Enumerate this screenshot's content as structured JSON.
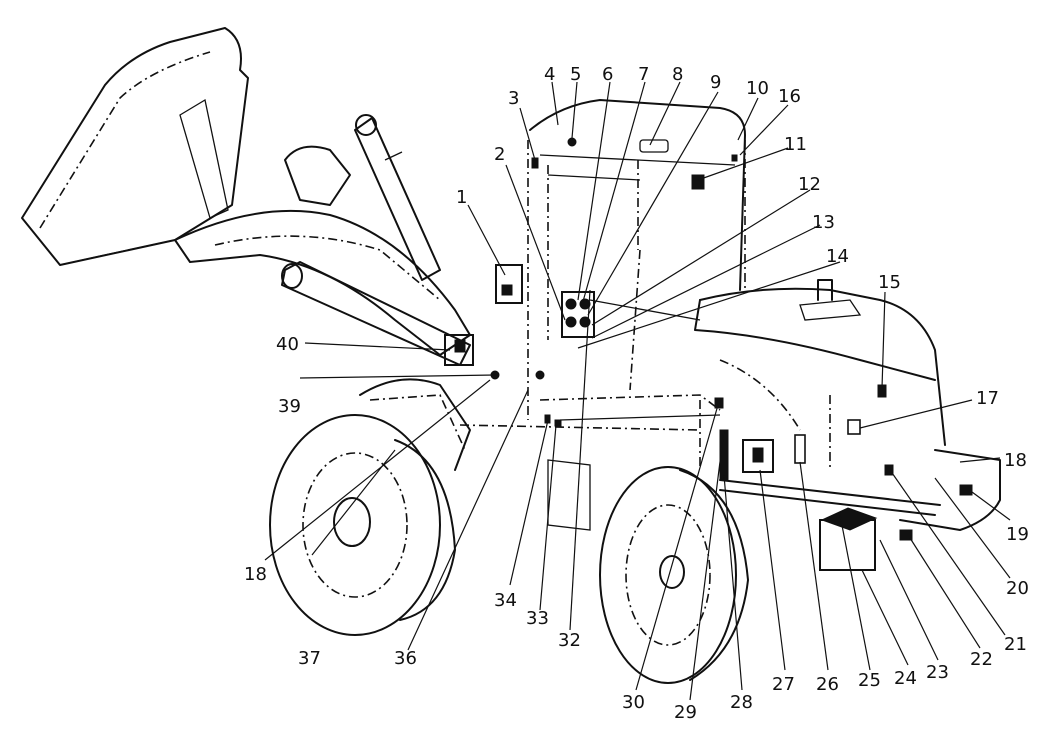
{
  "callouts": [
    {
      "id": "1",
      "text": "1"
    },
    {
      "id": "2",
      "text": "2"
    },
    {
      "id": "3",
      "text": "3"
    },
    {
      "id": "4",
      "text": "4"
    },
    {
      "id": "5",
      "text": "5"
    },
    {
      "id": "6",
      "text": "6"
    },
    {
      "id": "7",
      "text": "7"
    },
    {
      "id": "8",
      "text": "8"
    },
    {
      "id": "9",
      "text": "9"
    },
    {
      "id": "10",
      "text": "10"
    },
    {
      "id": "11",
      "text": "11"
    },
    {
      "id": "12",
      "text": "12"
    },
    {
      "id": "13",
      "text": "13"
    },
    {
      "id": "14",
      "text": "14"
    },
    {
      "id": "15",
      "text": "15"
    },
    {
      "id": "16",
      "text": "16"
    },
    {
      "id": "17",
      "text": "17"
    },
    {
      "id": "18a",
      "text": "18"
    },
    {
      "id": "18b",
      "text": "18"
    },
    {
      "id": "19",
      "text": "19"
    },
    {
      "id": "20",
      "text": "20"
    },
    {
      "id": "21",
      "text": "21"
    },
    {
      "id": "22",
      "text": "22"
    },
    {
      "id": "23",
      "text": "23"
    },
    {
      "id": "24",
      "text": "24"
    },
    {
      "id": "25",
      "text": "25"
    },
    {
      "id": "26",
      "text": "26"
    },
    {
      "id": "27",
      "text": "27"
    },
    {
      "id": "28",
      "text": "28"
    },
    {
      "id": "29",
      "text": "29"
    },
    {
      "id": "30",
      "text": "30"
    },
    {
      "id": "32",
      "text": "32"
    },
    {
      "id": "33",
      "text": "33"
    },
    {
      "id": "34",
      "text": "34"
    },
    {
      "id": "36",
      "text": "36"
    },
    {
      "id": "37",
      "text": "37"
    },
    {
      "id": "39",
      "text": "39"
    },
    {
      "id": "40",
      "text": "40"
    }
  ]
}
